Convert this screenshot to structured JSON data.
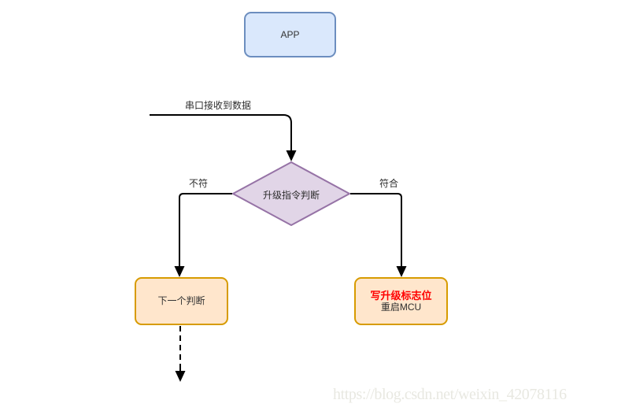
{
  "nodes": {
    "app": {
      "label": "APP",
      "fill": "#dae8fc",
      "border": "#6c8ebf"
    },
    "decision": {
      "label": "升级指令判断",
      "fill": "#e1d5e7",
      "border": "#9673a6"
    },
    "next_judgment": {
      "label": "下一个判断",
      "fill": "#ffe6cc",
      "border": "#d79b00"
    },
    "write_flag": {
      "line1": "写升级标志位",
      "line1_color": "#ff0000",
      "line2": "重启MCU",
      "fill": "#ffe6cc",
      "border": "#d79b00"
    }
  },
  "edges": {
    "serial": {
      "label": "串口接收到数据"
    },
    "no_match": {
      "label": "不符"
    },
    "match": {
      "label": "符合"
    }
  },
  "edge_color": "#000000",
  "watermark": {
    "text": "https://blog.csdn.net/weixin_42078116",
    "color": "#e8e8e1"
  }
}
